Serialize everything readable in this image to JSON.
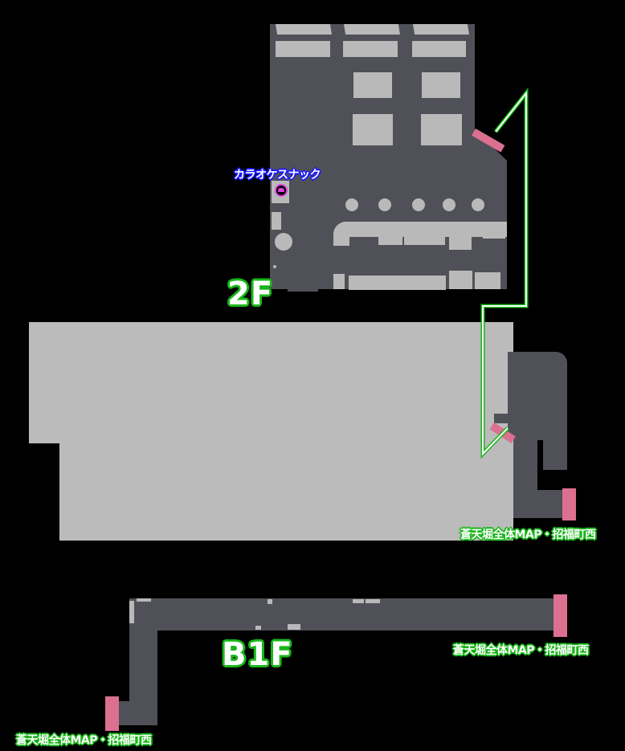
{
  "map": {
    "floors": [
      {
        "id": "2F",
        "label": "2F"
      },
      {
        "id": "B1F",
        "label": "B1F"
      }
    ],
    "points_of_interest": [
      {
        "id": "karaoke-snack",
        "label": "カラオケスナック",
        "icon": "karaoke-icon",
        "icon_color": "#e040e0"
      }
    ],
    "exits": [
      {
        "id": "exit-2f-east",
        "label": "蒼天堀全体MAP・招福町西"
      },
      {
        "id": "exit-b1f-east",
        "label": "蒼天堀全体MAP・招福町西"
      },
      {
        "id": "exit-b1f-west",
        "label": "蒼天堀全体MAP・招福町西"
      }
    ],
    "colors": {
      "background": "#000000",
      "walkable_floor": "#505058",
      "obstacle": "#b9b9b9",
      "exit_marker": "#dc7090",
      "route_outline": "#19b619",
      "route_fill": "#ffffff",
      "label_outline_green": "#19b619",
      "label_outline_blue": "#1a1aff"
    }
  }
}
